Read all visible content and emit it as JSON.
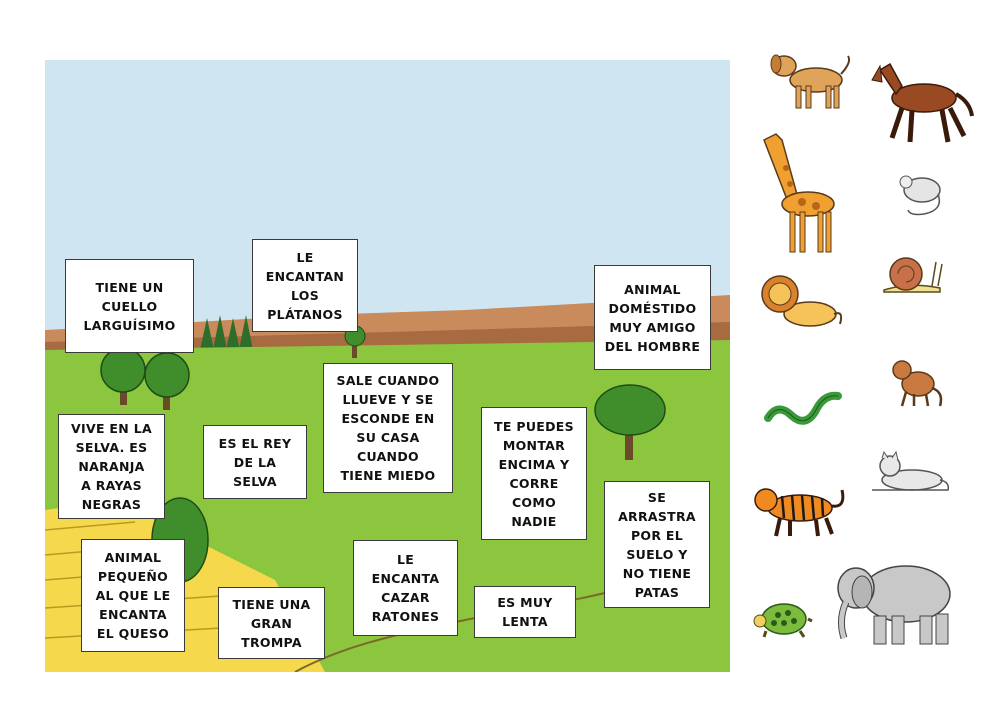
{
  "activity": {
    "cards": [
      {
        "id": "cuello",
        "text": "TIENE UN\nCUELLO\nLARGUÍSIMO"
      },
      {
        "id": "platanos",
        "text": "LE\nENCANTAN\nLOS\nPLÁTANOS"
      },
      {
        "id": "domestico",
        "text": "ANIMAL\nDOMÉSTIDO\nMUY AMIGO\nDEL HOMBRE"
      },
      {
        "id": "lluvia",
        "text": "SALE CUANDO\nLLUEVE Y SE\nESCONDE EN\nSU CASA\nCUANDO\nTIENE MIEDO"
      },
      {
        "id": "rayas",
        "text": "VIVE EN LA\nSELVA. ES\nNARANJA\nA RAYAS\nNEGRAS"
      },
      {
        "id": "rey",
        "text": "ES EL REY\nDE LA\nSELVA"
      },
      {
        "id": "montar",
        "text": "TE PUEDES\nMONTAR\nENCIMA Y\nCORRE\nCOMO\nNADIE"
      },
      {
        "id": "arrastra",
        "text": "SE\nARRASTRA\nPOR EL\nSUELO Y\nNO TIENE\nPATAS"
      },
      {
        "id": "queso",
        "text": "ANIMAL\nPEQUEÑO\nAL QUE LE\nENCANTA\nEL QUESO"
      },
      {
        "id": "trompa",
        "text": "TIENE UNA\nGRAN\nTROMPA"
      },
      {
        "id": "ratones",
        "text": "LE\nENCANTA\nCAZAR\nRATONES"
      },
      {
        "id": "lenta",
        "text": "ES MUY\nLENTA"
      }
    ],
    "animals": [
      "dog-icon",
      "horse-icon",
      "giraffe-icon",
      "mouse-icon",
      "lion-icon",
      "snail-icon",
      "snake-icon",
      "monkey-icon",
      "cat-icon",
      "tiger-icon",
      "turtle-icon",
      "elephant-icon"
    ],
    "colors": {
      "sky": "#cfe6f2",
      "grass": "#8cc63f",
      "field": "#f6d84c",
      "hills": "#c98a5c",
      "tree": "#3f8e2b"
    }
  }
}
